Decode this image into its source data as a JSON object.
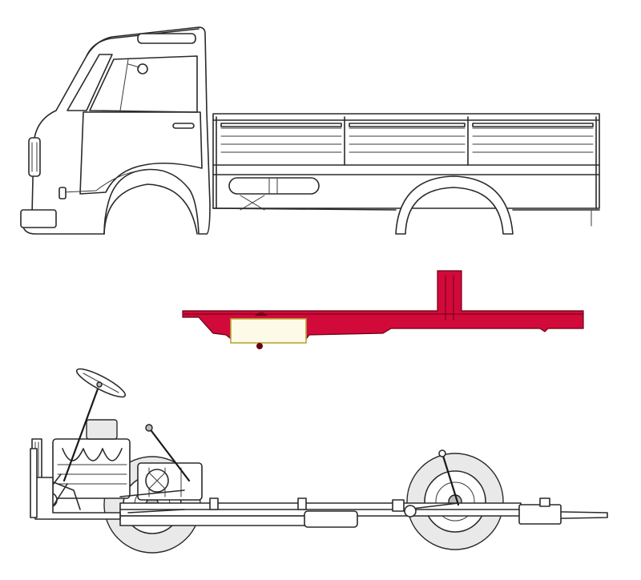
{
  "colors": {
    "frame_fill": "#d10a3a",
    "frame_stroke": "#6b0016",
    "line": "#2a2a2a",
    "tank_fill": "#fdfbe8",
    "tank_stroke": "#b9a636",
    "background": "#ffffff"
  },
  "views": [
    "truck-side-view",
    "chassis-frame-highlight",
    "running-gear-cutaway"
  ]
}
